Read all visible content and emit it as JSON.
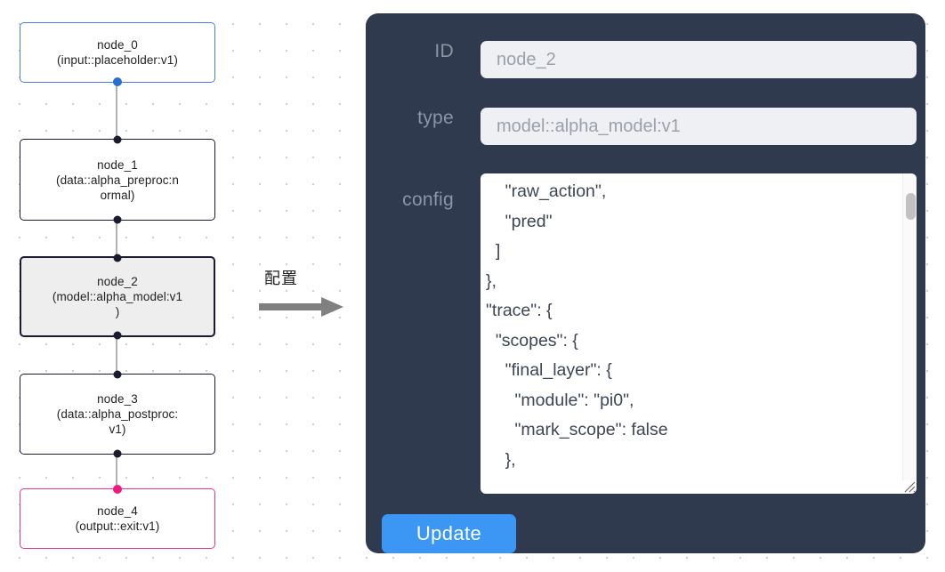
{
  "graph": {
    "nodes": [
      {
        "id": "node_0",
        "label_line1": "node_0",
        "label_line2": "(input::placeholder:v1)",
        "kind": "input",
        "selected": false,
        "accent": "#4a7fd0"
      },
      {
        "id": "node_1",
        "label_line1": "node_1",
        "label_line2": "(data::alpha_preproc:n",
        "label_line3": "ormal)",
        "kind": "default",
        "selected": false,
        "accent": "#1a1a2e"
      },
      {
        "id": "node_2",
        "label_line1": "node_2",
        "label_line2": "(model::alpha_model:v1",
        "label_line3": ")",
        "kind": "default",
        "selected": true,
        "accent": "#1b1b2f"
      },
      {
        "id": "node_3",
        "label_line1": "node_3",
        "label_line2": "(data::alpha_postproc:",
        "label_line3": "v1)",
        "kind": "default",
        "selected": false,
        "accent": "#1a1a2e"
      },
      {
        "id": "node_4",
        "label_line1": "node_4",
        "label_line2": "(output::exit:v1)",
        "kind": "output",
        "selected": false,
        "accent": "#e8368f"
      }
    ],
    "edges": [
      {
        "from": "node_0",
        "to": "node_1"
      },
      {
        "from": "node_1",
        "to": "node_2"
      },
      {
        "from": "node_2",
        "to": "node_3"
      },
      {
        "from": "node_3",
        "to": "node_4"
      }
    ],
    "edge_color": "#b1b1b7",
    "grid_dot_color": "#c9cdd4"
  },
  "flow": {
    "caption": "配置",
    "arrow_color": "#808080"
  },
  "panel": {
    "background": "#2f3a4f",
    "fields": [
      {
        "label": "ID",
        "value": "node_2"
      },
      {
        "label": "type",
        "value": "model::alpha_model:v1"
      }
    ],
    "config": {
      "label": "config",
      "value": "    \"raw_action\",\n    \"pred\"\n  ]\n},\n\"trace\": {\n  \"scopes\": {\n    \"final_layer\": {\n      \"module\": \"pi0\",\n      \"mark_scope\": false\n    },\n    \"action_model\": {",
      "scroll_position": "near-top"
    },
    "update_button": {
      "label": "Update",
      "color": "#3b97f3"
    }
  }
}
